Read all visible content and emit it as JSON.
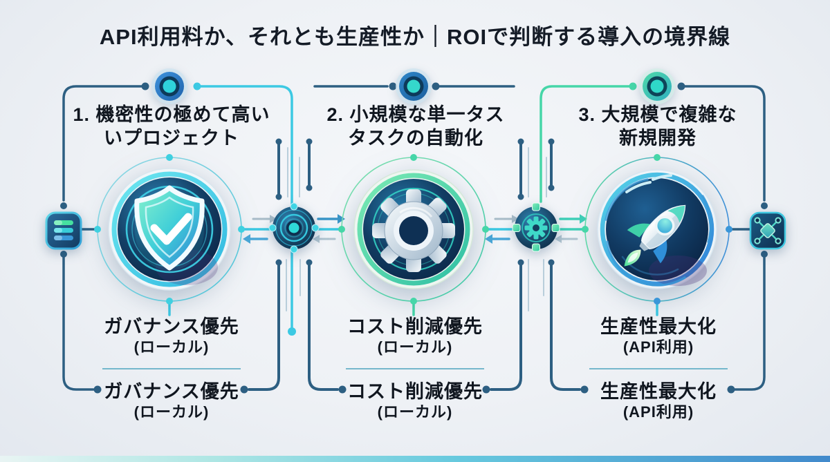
{
  "title": "API利用料か、それとも生産性か｜ROIで判断する導入の境界線",
  "sections": [
    {
      "heading_line1": "1. 機密性の極めて高い",
      "heading_line2": "いプロジェクト",
      "icon": "shield-check-icon",
      "outcome_primary": {
        "label": "ガバナンス優先",
        "sublabel": "(ローカル)"
      },
      "outcome_secondary": {
        "label": "ガバナンス優先",
        "sublabel": "(ローカル)"
      }
    },
    {
      "heading_line1": "2. 小規模な単一タス",
      "heading_line2": "タスクの自動化",
      "icon": "gear-icon",
      "outcome_primary": {
        "label": "コスト削減優先",
        "sublabel": "(ローカル)"
      },
      "outcome_secondary": {
        "label": "コスト削減優先",
        "sublabel": "(ローカル)"
      }
    },
    {
      "heading_line1": "3. 大規模で複雑な",
      "heading_line2": "新規開発",
      "icon": "rocket-icon",
      "outcome_primary": {
        "label": "生産性最大化",
        "sublabel": "(API利用)"
      },
      "outcome_secondary": {
        "label": "生産性最大化",
        "sublabel": "(API利用)"
      }
    }
  ],
  "side_icons": {
    "left": "server-stack-icon",
    "right": "network-nodes-icon"
  },
  "connector_hubs": [
    {
      "icon": "hub-rings-icon"
    },
    {
      "icon": "hub-gear-icon"
    }
  ],
  "colors": {
    "background": "#eef1f5",
    "title_text": "#141b26",
    "line_dark": "#2d5f82",
    "line_cyan": "#3cc9e3",
    "line_green": "#46d6a8",
    "navy_fill": "#0d2b4a",
    "accent_teal": "#2fd6d0",
    "arrow_gray": "#a8bcc8",
    "arrow_blue": "#3a96c8",
    "divider": "#5fadc4"
  }
}
